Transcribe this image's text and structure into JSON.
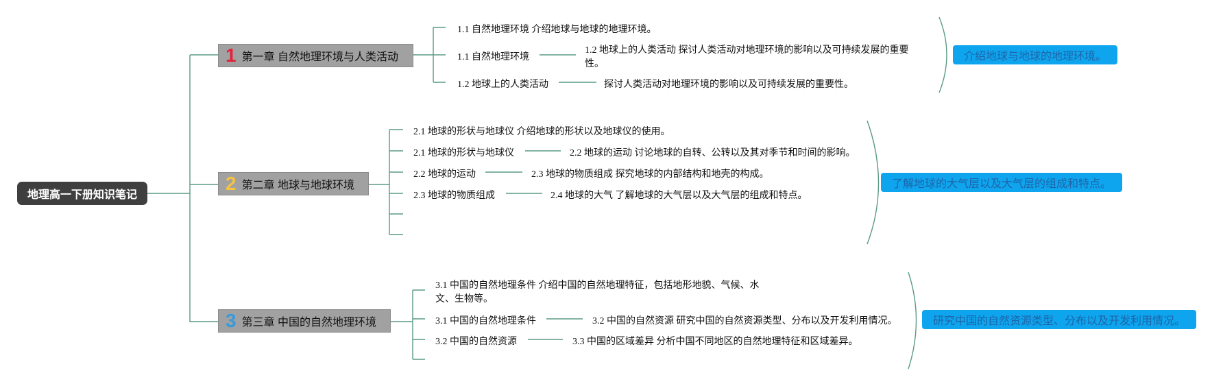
{
  "root": "地理高一下册知识笔记",
  "chapters": [
    {
      "num": "1",
      "num_color": "#e5213b",
      "title": "第一章 自然地理环境与人类活动",
      "items": [
        "1.1 自然地理环境 介绍地球与地球的地理环境。",
        "1.1 自然地理环境",
        "1.2 地球上的人类活动"
      ],
      "details": [
        "1.2 地球上的人类活动 探讨人类活动对地理环境的影响以及可持续发展的重要",
        "性。",
        "探讨人类活动对地理环境的影响以及可持续发展的重要性。"
      ],
      "summary": "介绍地球与地球的地理环境。"
    },
    {
      "num": "2",
      "num_color": "#f5c342",
      "title": "第二章 地球与地球环境",
      "items": [
        "2.1 地球的形状与地球仪 介绍地球的形状以及地球仪的使用。",
        "2.1 地球的形状与地球仪",
        "2.2 地球的运动",
        "2.3 地球的物质组成"
      ],
      "details": [
        "2.2 地球的运动 讨论地球的自转、公转以及其对季节和时间的影响。",
        "2.3 地球的物质组成 探究地球的内部结构和地壳的构成。",
        "2.4 地球的大气 了解地球的大气层以及大气层的组成和特点。"
      ],
      "summary": "了解地球的大气层以及大气层的组成和特点。"
    },
    {
      "num": "3",
      "num_color": "#3a9ad9",
      "title": "第三章 中国的自然地理环境",
      "items": [
        "3.1 中国的自然地理条件 介绍中国的自然地理特征，包括地形地貌、气候、水",
        "文、生物等。",
        "3.1 中国的自然地理条件",
        "3.2 中国的自然资源"
      ],
      "details": [
        "3.2 中国的自然资源 研究中国的自然资源类型、分布以及开发利用情况。",
        "3.3 中国的区域差异 分析中国不同地区的自然地理特征和区域差异。"
      ],
      "summary": "研究中国的自然资源类型、分布以及开发利用情况。"
    }
  ],
  "colors": {
    "line": "#5a9a86",
    "root_bg": "#3f3f3f",
    "chapter_bg": "#a1a1a1",
    "summary_bg": "#0ea5ee",
    "summary_text": "#1e64a8"
  }
}
